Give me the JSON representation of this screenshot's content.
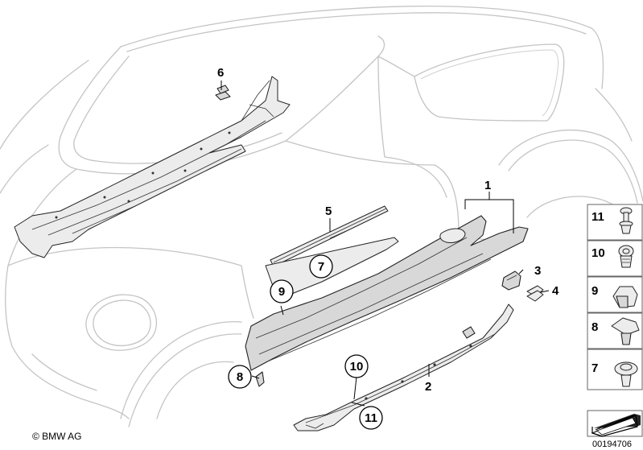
{
  "callouts": {
    "c1": "1",
    "c2": "2",
    "c3": "3",
    "c4": "4",
    "c5": "5",
    "c6": "6",
    "c7": "7",
    "c8": "8",
    "c9": "9",
    "c10": "10",
    "c11": "11"
  },
  "legend": {
    "l11": "11",
    "l10": "10",
    "l9": "9",
    "l8": "8",
    "l7": "7"
  },
  "copyright": "© BMW AG",
  "diagram_code": "00194706"
}
